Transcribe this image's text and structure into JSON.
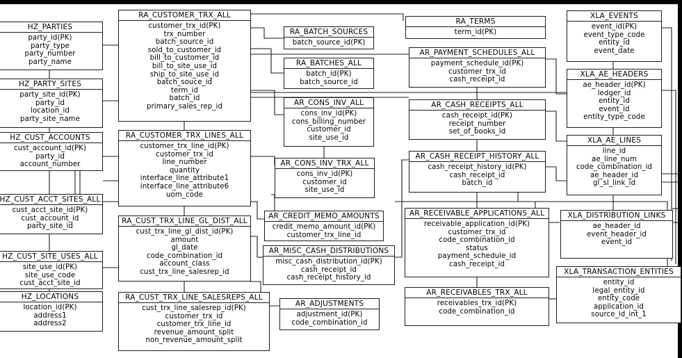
{
  "entities": [
    {
      "id": "hz_parties",
      "name": "HZ_PARTIES",
      "attrs": [
        "party_id(PK)",
        "party_type",
        "party_number",
        "party_name"
      ]
    },
    {
      "id": "hz_party_sites",
      "name": "HZ_PARTY_SITES",
      "attrs": [
        "party_site_id(PK)",
        "party_id",
        "location_id",
        "party_site_name"
      ]
    },
    {
      "id": "hz_cust_accounts",
      "name": "HZ_CUST_ACCOUNTS",
      "attrs": [
        "cust_account_id(PK)",
        "party_id",
        "account_number"
      ]
    },
    {
      "id": "hz_cust_acct_sites_all",
      "name": "HZ_CUST_ACCT_SITES_ALL",
      "attrs": [
        "cust_acct_site_id(PK)",
        "cust_account_id",
        "party_site_id"
      ]
    },
    {
      "id": "hz_cust_site_uses_all",
      "name": "HZ_CUST_SITE_USES_ALL",
      "attrs": [
        "site_use_id(PK)",
        "site_use_code",
        "cust_acct_site_id"
      ]
    },
    {
      "id": "hz_locations",
      "name": "HZ_LOCATIONS",
      "attrs": [
        "location_id(PK)",
        "address1",
        "address2"
      ]
    },
    {
      "id": "ra_customer_trx_all",
      "name": "RA_CUSTOMER_TRX_ALL",
      "attrs": [
        "customer_trx_id(PK)",
        "trx_number",
        "batch_source_id",
        "sold_to_customer_id",
        "bill_to_customer_id",
        "bill_to_site_use_id",
        "ship_to_site_use_id",
        "batch_souce_id",
        "term_id",
        "batch_id",
        "primary_sales_rep_id"
      ]
    },
    {
      "id": "ra_customer_trx_lines_all",
      "name": "RA_CUSTOMER_TRX_LINES_ALL",
      "attrs": [
        "customer_trx_line_id(PK)",
        "customer_trx_id",
        "line_number",
        "quantity",
        "interface_line_attribute1",
        "interface_line_attribute6",
        "uom_code"
      ]
    },
    {
      "id": "ra_cust_trx_line_gl_dist_all",
      "name": "RA_CUST_TRX_LINE_GL_DIST_ALL",
      "attrs": [
        "cust_trx_line_gl_dist_id(PK)",
        "amount",
        "gl_date",
        "code_combination_id",
        "account_class",
        "cust_trx_line_salesrep_id"
      ]
    },
    {
      "id": "ra_cust_trx_line_salesreps_all",
      "name": "RA_CUST_TRX_LINE_SALESREPS_ALL",
      "attrs": [
        "cust_trx_line_salesrep_id(PK)",
        "customer_trx_id",
        "customer_trx_line_id",
        "revenue_amount_split",
        "non_revenue_amount_split"
      ]
    },
    {
      "id": "ra_batch_sources",
      "name": "RA_BATCH_SOURCES",
      "attrs": [
        "batch_source_id(PK)"
      ]
    },
    {
      "id": "ra_batches_all",
      "name": "RA_BATCHES_ALL",
      "attrs": [
        "batch_id(PK)",
        "batch_source_id"
      ]
    },
    {
      "id": "ar_cons_inv_all",
      "name": "AR_CONS_INV_ALL",
      "attrs": [
        "cons_inv_id(PK)",
        "cons_billing_number",
        "customer_id",
        "site_use_id"
      ]
    },
    {
      "id": "ar_cons_inv_trx_all",
      "name": "AR_CONS_INV_TRX_ALL",
      "attrs": [
        "cons_inv_id(PK)",
        "customer_id",
        "site_use_id"
      ]
    },
    {
      "id": "ar_credit_memo_amounts",
      "name": "AR_CREDIT_MEMO_AMOUNTS",
      "attrs": [
        "credit_memo_amount_id(PK)",
        "customer_trx_line_id"
      ]
    },
    {
      "id": "ar_misc_cash_distributions",
      "name": "AR_MISC_CASH_DISTRIBUTIONS",
      "attrs": [
        "misc_cash_distribution_id(PK)",
        "cash_receipt_id",
        "cash_receipt_history_id"
      ]
    },
    {
      "id": "ar_adjustments",
      "name": "AR_ADJUSTMENTS",
      "attrs": [
        "adjustment_id(PK)",
        "code_combination_id"
      ]
    },
    {
      "id": "ra_terms",
      "name": "RA_TERMS",
      "attrs": [
        "term_id(PK)"
      ]
    },
    {
      "id": "ar_payment_schedules_all",
      "name": "AR_PAYMENT_SCHEDULES_ALL",
      "attrs": [
        "payment_schedule_id(PK)",
        "customer_trx_id",
        "cash_receipt_id"
      ]
    },
    {
      "id": "ar_cash_receipts_all",
      "name": "AR_CASH_RECEIPTS_ALL",
      "attrs": [
        "cash_receipt_id(PK)",
        "receipt_number",
        "set_of_books_id"
      ]
    },
    {
      "id": "ar_cash_receipt_history_all",
      "name": "AR_CASH_RECEIPT_HISTORY_ALL",
      "attrs": [
        "cash_receipt_history_id(PK)",
        "cash_receipt_id",
        "batch_id"
      ]
    },
    {
      "id": "ar_receivable_applications_all",
      "name": "AR_RECEIVABLE_APPLICATIONS_ALL",
      "attrs": [
        "receivable_application_id(PK)",
        "customer_trx_id",
        "code_combination_id",
        "status",
        "payment_schedule_id",
        "cash_receipt_id"
      ]
    },
    {
      "id": "ar_receivables_trx_all",
      "name": "AR_RECEIVABLES_TRX_ALL",
      "attrs": [
        "receivables_trx_id(PK)",
        "code_combination_id"
      ]
    },
    {
      "id": "xla_events",
      "name": "XLA_EVENTS",
      "attrs": [
        "event_id(PK)",
        "event_type_code",
        "entity_id",
        "event_date"
      ]
    },
    {
      "id": "xla_ae_headers",
      "name": "XLA_AE_HEADERS",
      "attrs": [
        "ae_header_id(PK)",
        "ledger_id",
        "entity_id",
        "event_id",
        "entity_type_code"
      ]
    },
    {
      "id": "xla_ae_lines",
      "name": "XLA_AE_LINES",
      "attrs": [
        "line_id",
        "ae_line_num",
        "code_combination_id",
        "ae_header_id",
        "gl_sl_link_id"
      ]
    },
    {
      "id": "xla_distribution_links",
      "name": "XLA_DISTRIBUTION_LINKS",
      "attrs": [
        "ae_header_id",
        "event_header_id",
        "event_id"
      ]
    },
    {
      "id": "xla_transaction_entities",
      "name": "XLA_TRANSACTION_ENTITIES",
      "attrs": [
        "entity_id",
        "legal_entity_id",
        "entity_code",
        "application_id",
        "source_id_int_1"
      ]
    }
  ]
}
